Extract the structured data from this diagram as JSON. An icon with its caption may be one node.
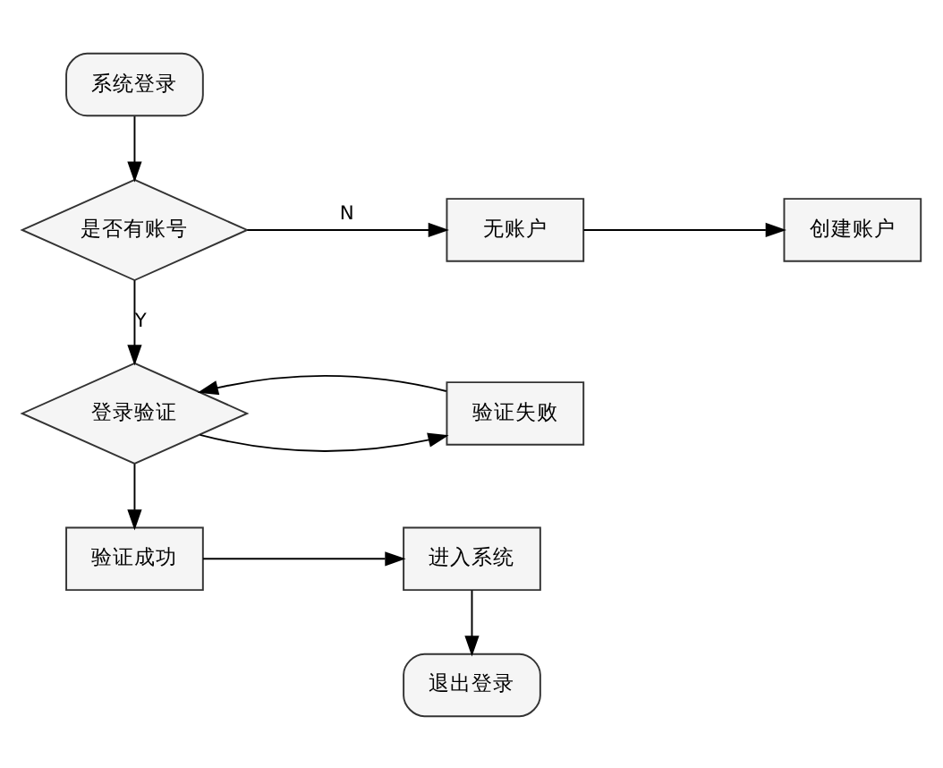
{
  "diagram": {
    "nodes": [
      {
        "text": [
          "系统登录"
        ]
      },
      {
        "text": [
          "是否有账号"
        ]
      },
      {
        "text": [
          "无账户"
        ]
      },
      {
        "text": [
          "创建账户"
        ]
      },
      {
        "text": [
          "登录验证"
        ]
      },
      {
        "text": [
          "验证失败"
        ]
      },
      {
        "text": [
          "验证成功"
        ]
      },
      {
        "text": [
          "进入系统"
        ]
      },
      {
        "text": [
          "退出登录"
        ]
      }
    ],
    "edges": [
      {
        "from": 0,
        "to": 1,
        "arrow": "to"
      },
      {
        "from": 1,
        "to": 2,
        "arrow": "to",
        "label": "N"
      },
      {
        "from": 2,
        "to": 3,
        "arrow": "to"
      },
      {
        "from": 1,
        "to": 4,
        "arrow": "to",
        "label": "Y"
      },
      {
        "from": 4,
        "to": 5,
        "arrow": "to"
      },
      {
        "from": 5,
        "to": 4,
        "arrow": "to"
      },
      {
        "from": 4,
        "to": 6,
        "arrow": "to"
      },
      {
        "from": 6,
        "to": 7,
        "arrow": "to"
      },
      {
        "from": 7,
        "to": 8,
        "arrow": "to"
      }
    ]
  }
}
